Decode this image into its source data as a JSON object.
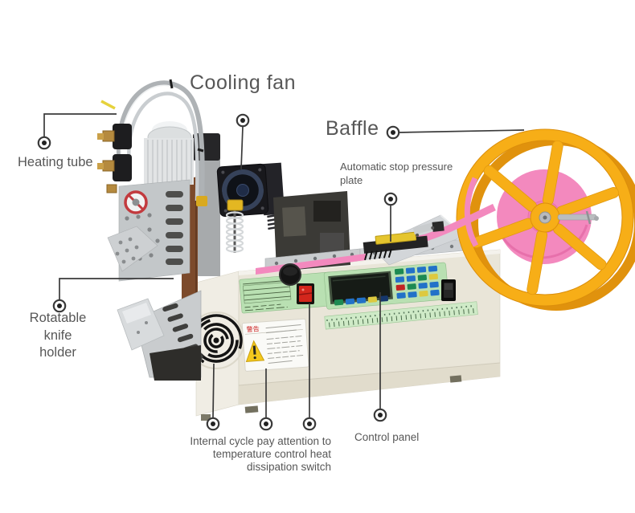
{
  "figure": {
    "description": "annotated diagram of an automatic tape cutting machine with tape reel"
  },
  "annotations": {
    "heating_tube": {
      "text": "Heating tube"
    },
    "cooling_fan": {
      "text": "Cooling fan"
    },
    "baffle": {
      "text": "Baffle"
    },
    "pressure_plate": {
      "text": "Automatic stop pressure plate"
    },
    "knife_holder": {
      "text": "Rotatable knife holder"
    },
    "internal_cycle": {
      "text": "Internal cycle pay attention to temperature control heat dissipation switch"
    },
    "control_panel": {
      "text": "Control panel"
    }
  },
  "machine": {
    "warning_sticker_title": "警告"
  },
  "colors": {
    "background": "#ffffff",
    "label_text": "#575757",
    "leader_line": "#3a3a3a",
    "body_beige": "#e9e5d8",
    "body_light": "#f0ede4",
    "panel_green": "#b9e0b2",
    "ruler_green": "#cfeac7",
    "reel_orange": "#f7ae17",
    "reel_edge": "#e0920d",
    "tape_pink": "#f389be",
    "switch_red": "#d3261c",
    "key_blue": "#2271c8",
    "key_green": "#1d8a52",
    "key_yellow": "#ddc93f",
    "key_red": "#c22323"
  }
}
